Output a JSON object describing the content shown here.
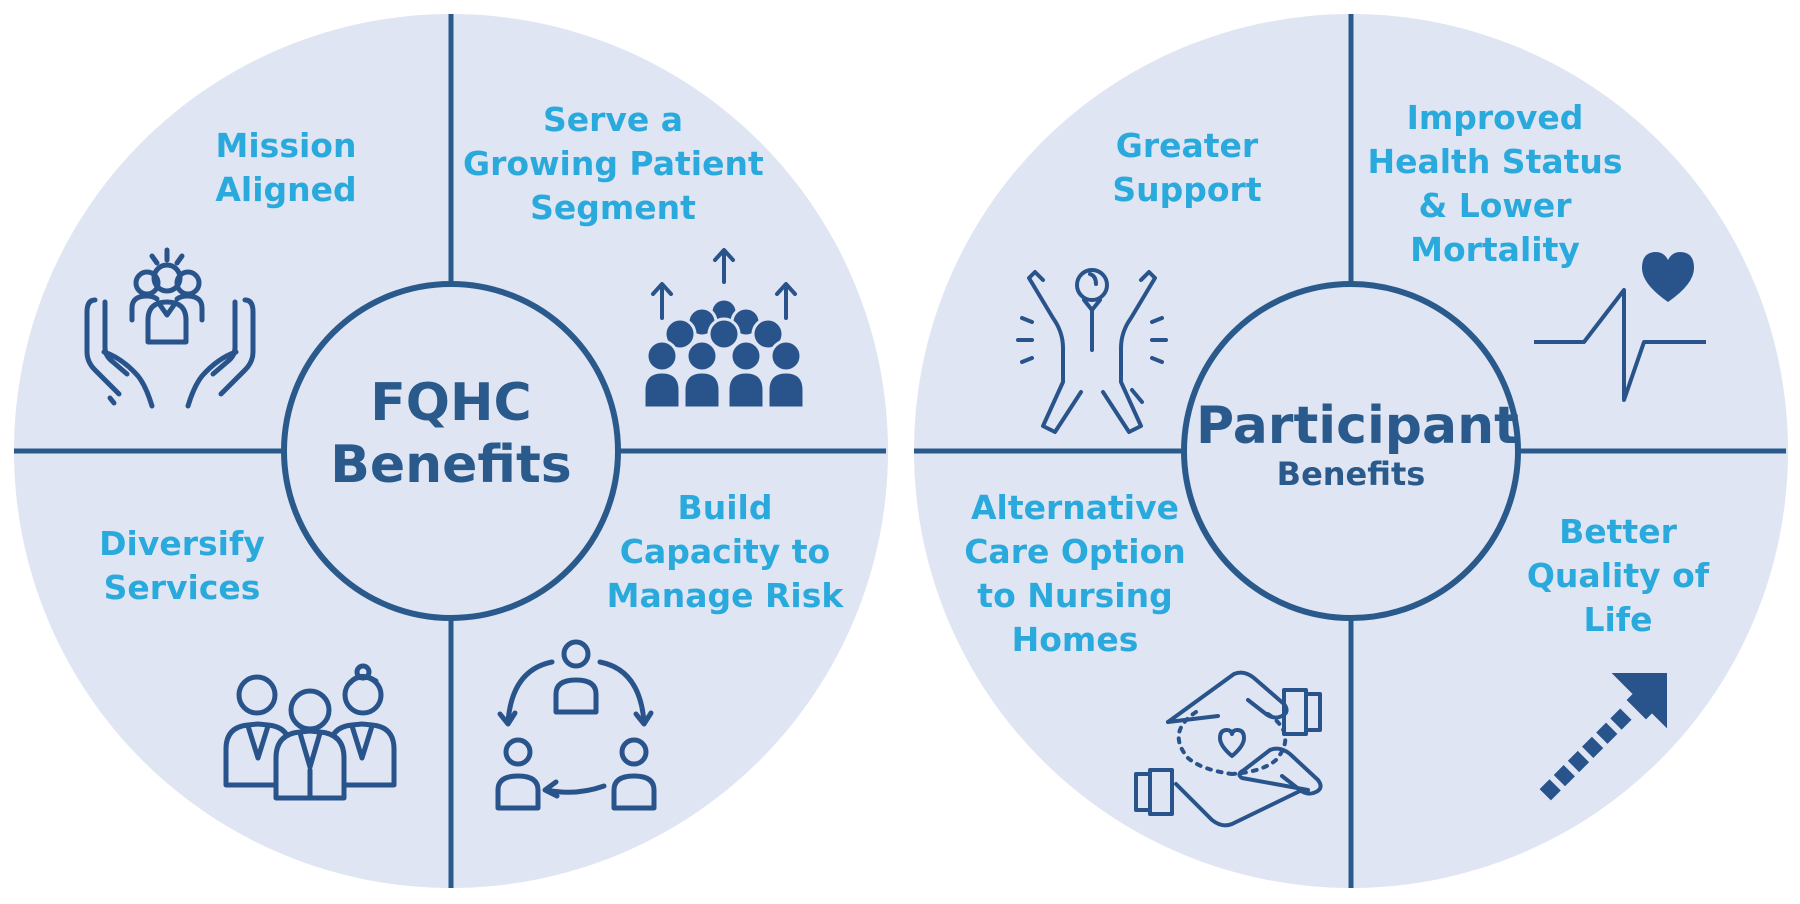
{
  "colors": {
    "circle_fill": "#e0e5f3",
    "divider": "#2a5a8c",
    "icon": "#28548b",
    "label": "#2aa9dc",
    "center_text": "#2a5a8c"
  },
  "fqhc": {
    "center_title": "FQHC",
    "center_subtitle": "Benefits",
    "quadrants": {
      "top_left": {
        "lines": [
          "Mission",
          "Aligned"
        ],
        "icon": "team-in-hands-icon"
      },
      "top_right": {
        "lines": [
          "Serve a",
          "Growing Patient",
          "Segment"
        ],
        "icon": "growing-crowd-icon"
      },
      "bottom_left": {
        "lines": [
          "Diversify",
          "Services"
        ],
        "icon": "care-team-icon"
      },
      "bottom_right": {
        "lines": [
          "Build",
          "Capacity to",
          "Manage Risk"
        ],
        "icon": "people-cycle-icon"
      }
    }
  },
  "participant": {
    "center_title": "Participant",
    "center_subtitle": "Benefits",
    "quadrants": {
      "top_left": {
        "lines": [
          "Greater",
          "Support"
        ],
        "icon": "cheering-person-icon"
      },
      "top_right": {
        "lines": [
          "Improved",
          "Health Status",
          "& Lower",
          "Mortality"
        ],
        "icon": "heartbeat-icon"
      },
      "bottom_left": {
        "lines": [
          "Alternative",
          "Care Option",
          "to Nursing",
          "Homes"
        ],
        "icon": "caring-hands-heart-icon"
      },
      "bottom_right": {
        "lines": [
          "Better",
          "Quality of",
          "Life"
        ],
        "icon": "trend-up-arrow-icon"
      }
    }
  }
}
